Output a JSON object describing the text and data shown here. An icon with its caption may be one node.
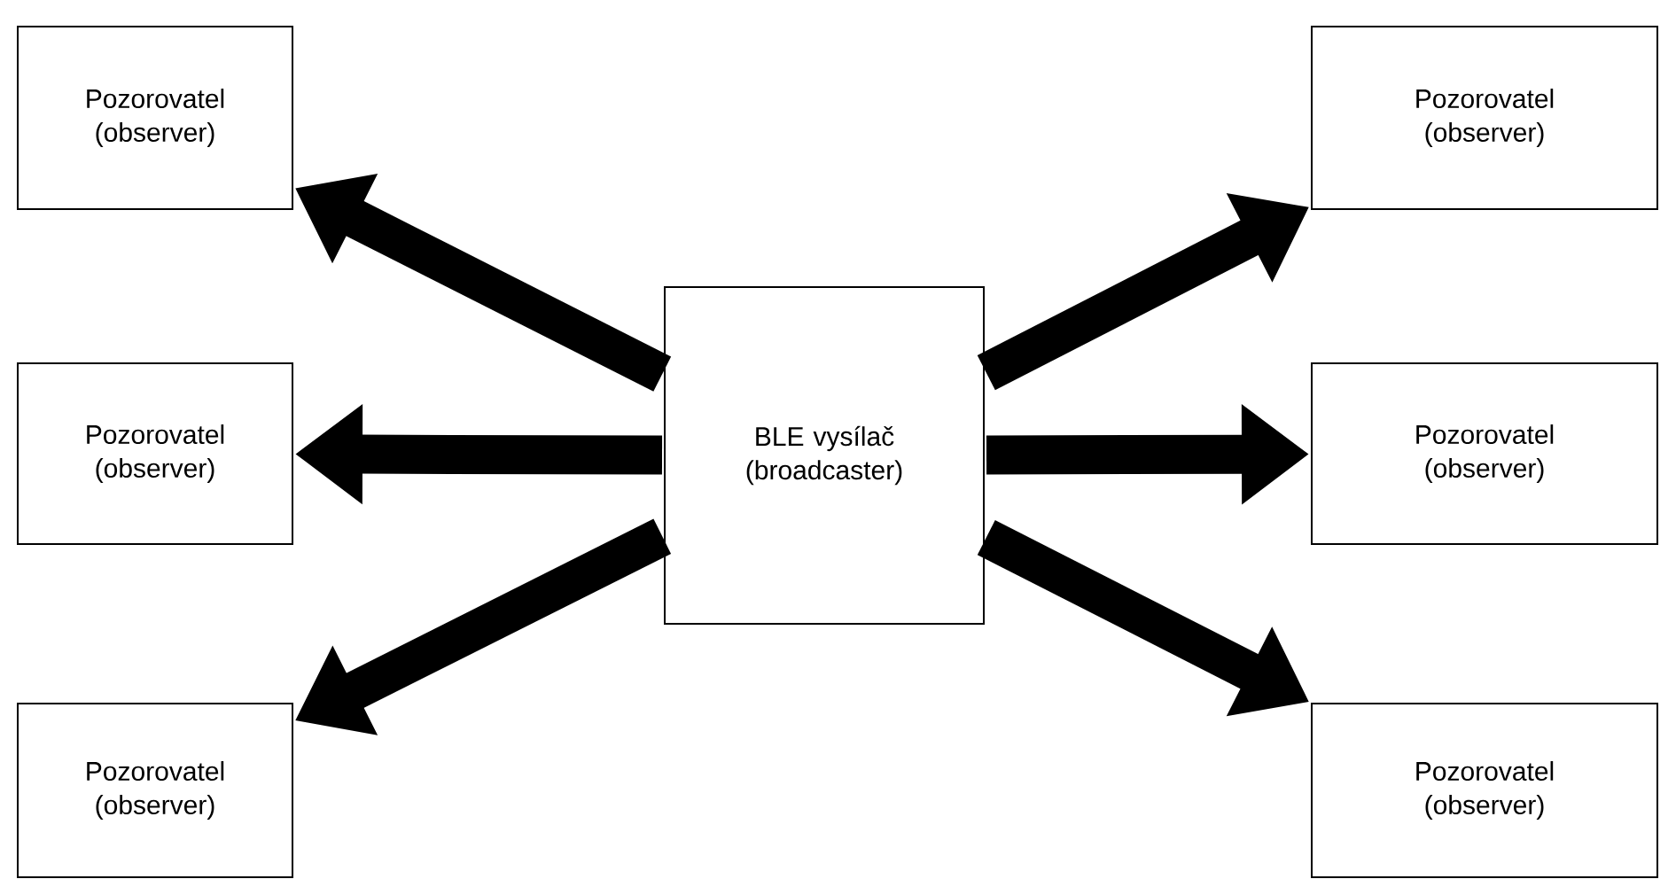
{
  "diagram": {
    "nodes": [
      {
        "text": [
          "Pozorovatel (observer)"
        ]
      },
      {
        "text": [
          "Pozorovatel (observer)"
        ]
      },
      {
        "text": [
          "Pozorovatel (observer)"
        ]
      },
      {
        "text": [
          "BLE vysílač (broadcaster)"
        ]
      },
      {
        "text": [
          "Pozorovatel (observer)"
        ]
      },
      {
        "text": [
          "Pozorovatel (observer)"
        ]
      },
      {
        "text": [
          "Pozorovatel (observer)"
        ]
      }
    ],
    "edges": [
      {
        "from": 3,
        "to": 0,
        "arrow": "to"
      },
      {
        "from": 3,
        "to": 2,
        "arrow": "to"
      },
      {
        "from": 3,
        "to": 5,
        "arrow": "to"
      },
      {
        "from": 3,
        "to": 1,
        "arrow": "to"
      },
      {
        "from": 3,
        "to": 4,
        "arrow": "to"
      },
      {
        "from": 3,
        "to": 6,
        "arrow": "to"
      }
    ]
  }
}
